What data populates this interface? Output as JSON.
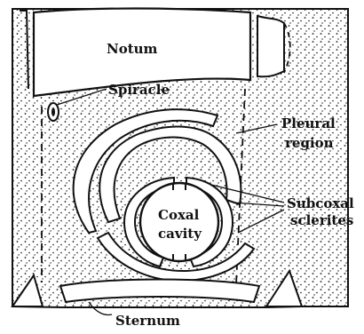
{
  "diagram": {
    "labels": {
      "notum": "Notum",
      "spiracle": "Spiracle",
      "pleural_line1": "Pleural",
      "pleural_line2": "region",
      "coxal_line1": "Coxal",
      "coxal_line2": "cavity",
      "subcoxal_line1": "Subcoxal",
      "subcoxal_line2": "sclerites",
      "sternum": "Sternum"
    },
    "colors": {
      "ink": "#111111",
      "background": "#ffffff"
    }
  }
}
